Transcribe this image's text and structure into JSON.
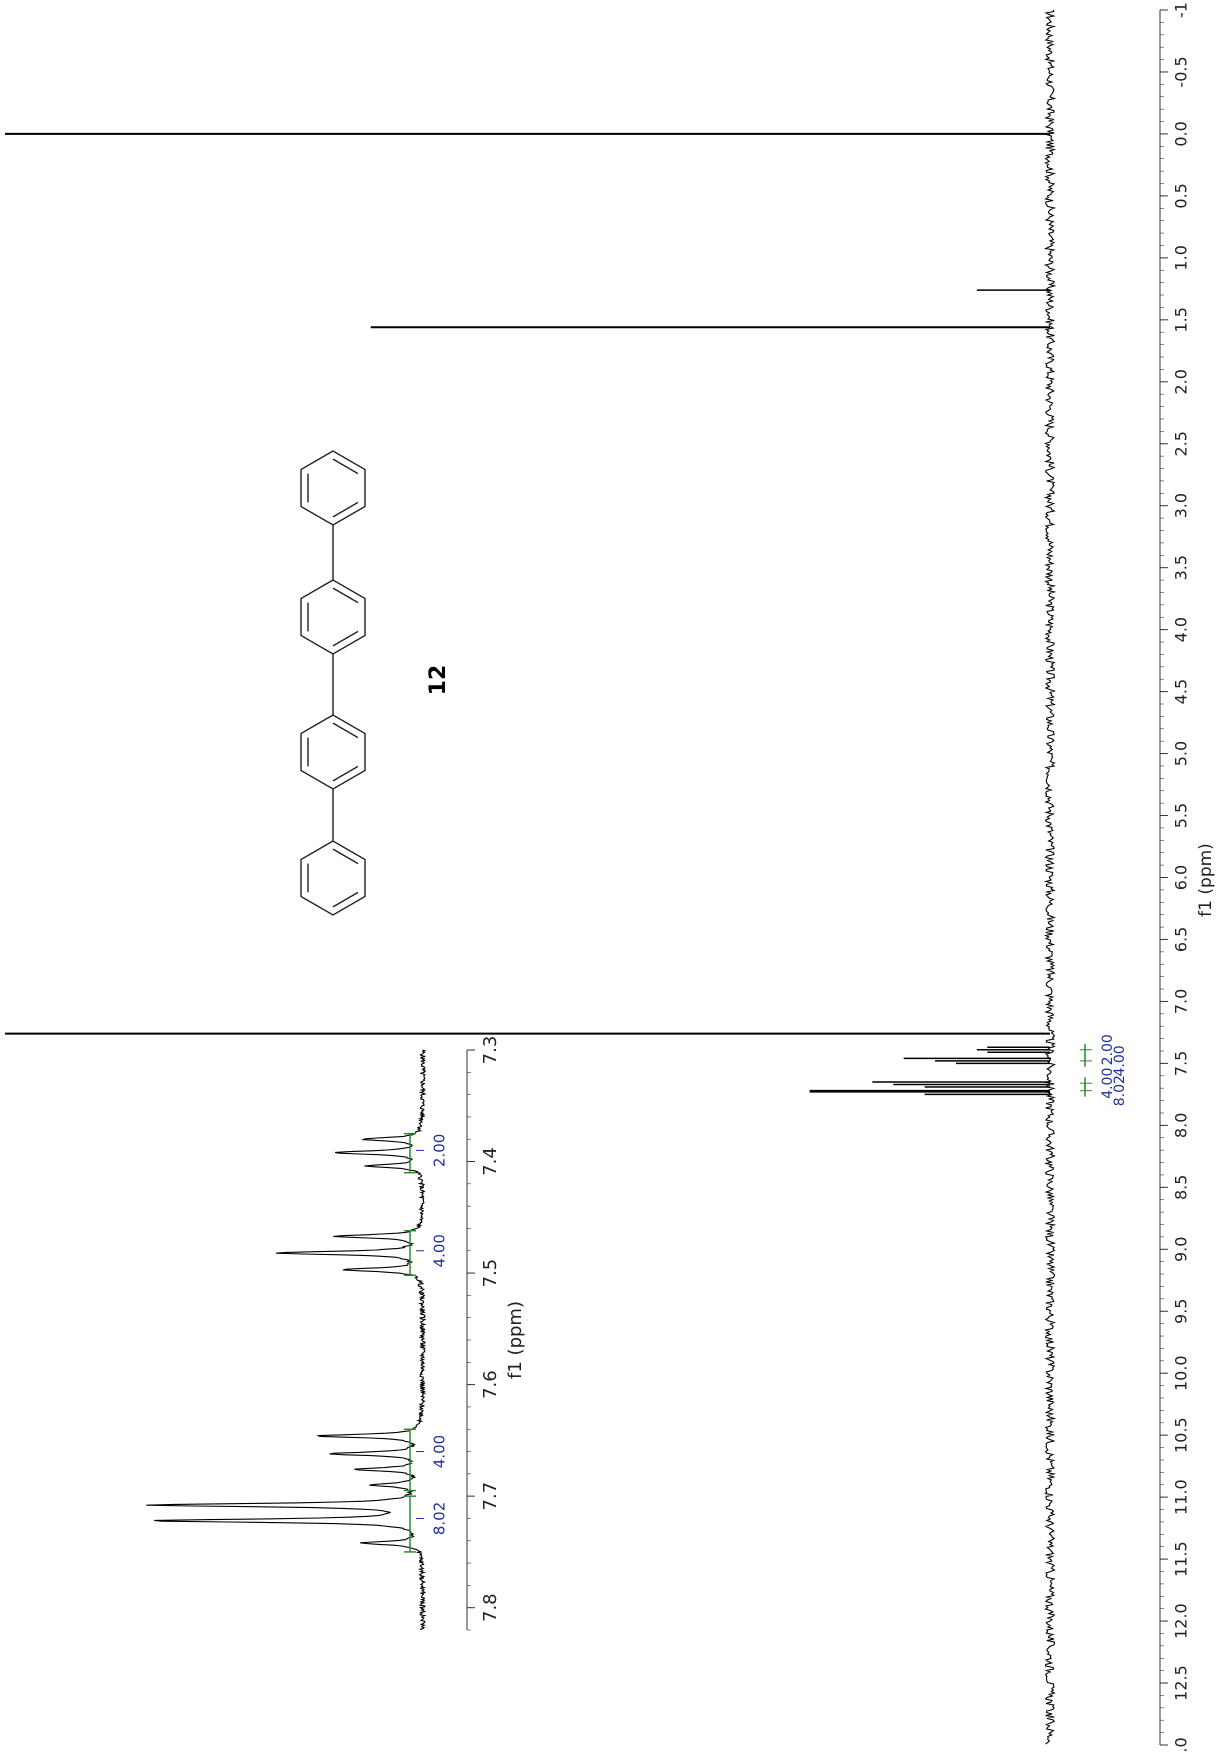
{
  "chart_data": [
    {
      "type": "line",
      "title": "",
      "xlabel": "f1 (ppm)",
      "ylabel": "",
      "x_range": [
        13.0,
        -1.0
      ],
      "ticks": [
        {
          "v": -1.0,
          "label": "-1"
        },
        {
          "v": -0.5,
          "label": "-0.5"
        },
        {
          "v": 0.0,
          "label": "0.0"
        },
        {
          "v": 0.5,
          "label": "0.5"
        },
        {
          "v": 1.0,
          "label": "1.0"
        },
        {
          "v": 1.5,
          "label": "1.5"
        },
        {
          "v": 2.0,
          "label": "2.0"
        },
        {
          "v": 2.5,
          "label": "2.5"
        },
        {
          "v": 3.0,
          "label": "3.0"
        },
        {
          "v": 3.5,
          "label": "3.5"
        },
        {
          "v": 4.0,
          "label": "4.0"
        },
        {
          "v": 4.5,
          "label": "4.5"
        },
        {
          "v": 5.0,
          "label": "5.0"
        },
        {
          "v": 5.5,
          "label": "5.5"
        },
        {
          "v": 6.0,
          "label": "6.0"
        },
        {
          "v": 6.5,
          "label": "6.5"
        },
        {
          "v": 7.0,
          "label": "7.0"
        },
        {
          "v": 7.5,
          "label": "7.5"
        },
        {
          "v": 8.0,
          "label": "8.0"
        },
        {
          "v": 8.5,
          "label": "8.5"
        },
        {
          "v": 9.0,
          "label": "9.0"
        },
        {
          "v": 9.5,
          "label": "9.5"
        },
        {
          "v": 10.0,
          "label": "10.0"
        },
        {
          "v": 10.5,
          "label": "10.5"
        },
        {
          "v": 11.0,
          "label": "11.0"
        },
        {
          "v": 11.5,
          "label": "11.5"
        },
        {
          "v": 12.0,
          "label": "12.0"
        },
        {
          "v": 12.5,
          "label": "12.5"
        },
        {
          "v": 13.0,
          "label": ".0"
        }
      ],
      "peaks": [
        {
          "ppm": 0.0,
          "intensity": 1.0
        },
        {
          "ppm": 1.26,
          "intensity": 0.07
        },
        {
          "ppm": 1.56,
          "intensity": 0.65
        },
        {
          "ppm": 7.26,
          "intensity": 1.0
        },
        {
          "ppm": 7.37,
          "intensity": 0.06
        },
        {
          "ppm": 7.39,
          "intensity": 0.07
        },
        {
          "ppm": 7.41,
          "intensity": 0.06
        },
        {
          "ppm": 7.46,
          "intensity": 0.14
        },
        {
          "ppm": 7.48,
          "intensity": 0.11
        },
        {
          "ppm": 7.5,
          "intensity": 0.09
        },
        {
          "ppm": 7.65,
          "intensity": 0.17
        },
        {
          "ppm": 7.67,
          "intensity": 0.15
        },
        {
          "ppm": 7.69,
          "intensity": 0.12
        },
        {
          "ppm": 7.72,
          "intensity": 0.23
        },
        {
          "ppm": 7.73,
          "intensity": 0.23
        },
        {
          "ppm": 7.75,
          "intensity": 0.12
        }
      ],
      "integrals": [
        {
          "ppm": 7.39,
          "label": "2.00"
        },
        {
          "ppm": 7.48,
          "label": "4.00"
        },
        {
          "ppm": 7.66,
          "label": "4.00"
        },
        {
          "ppm": 7.72,
          "label": "8.02"
        }
      ]
    },
    {
      "type": "line",
      "title": "",
      "xlabel": "f1 (ppm)",
      "ylabel": "",
      "x_range": [
        7.3,
        7.82
      ],
      "ticks": [
        {
          "v": 7.3,
          "label": "7.3"
        },
        {
          "v": 7.4,
          "label": "7.4"
        },
        {
          "v": 7.5,
          "label": "7.5"
        },
        {
          "v": 7.6,
          "label": "7.6"
        },
        {
          "v": 7.7,
          "label": "7.7"
        },
        {
          "v": 7.8,
          "label": "7.8"
        }
      ],
      "peaks": [
        {
          "ppm": 7.38,
          "intensity": 0.22
        },
        {
          "ppm": 7.392,
          "intensity": 0.32
        },
        {
          "ppm": 7.404,
          "intensity": 0.2
        },
        {
          "ppm": 7.467,
          "intensity": 0.32
        },
        {
          "ppm": 7.482,
          "intensity": 0.54
        },
        {
          "ppm": 7.497,
          "intensity": 0.3
        },
        {
          "ppm": 7.646,
          "intensity": 0.39
        },
        {
          "ppm": 7.662,
          "intensity": 0.34
        },
        {
          "ppm": 7.676,
          "intensity": 0.24
        },
        {
          "ppm": 7.69,
          "intensity": 0.18
        },
        {
          "ppm": 7.708,
          "intensity": 1.0
        },
        {
          "ppm": 7.722,
          "intensity": 1.0
        },
        {
          "ppm": 7.742,
          "intensity": 0.22
        }
      ],
      "integrals": [
        {
          "ppm": 7.39,
          "label": "2.00"
        },
        {
          "ppm": 7.48,
          "label": "4.00"
        },
        {
          "ppm": 7.66,
          "label": "4.00"
        },
        {
          "ppm": 7.72,
          "label": "8.02"
        }
      ]
    }
  ],
  "compound": {
    "label": "12"
  },
  "colors": {
    "spectrum": "#000000",
    "axis": "#333333",
    "integral_label": "#1f2f9c",
    "integral_curve": "#2e8b2e"
  }
}
